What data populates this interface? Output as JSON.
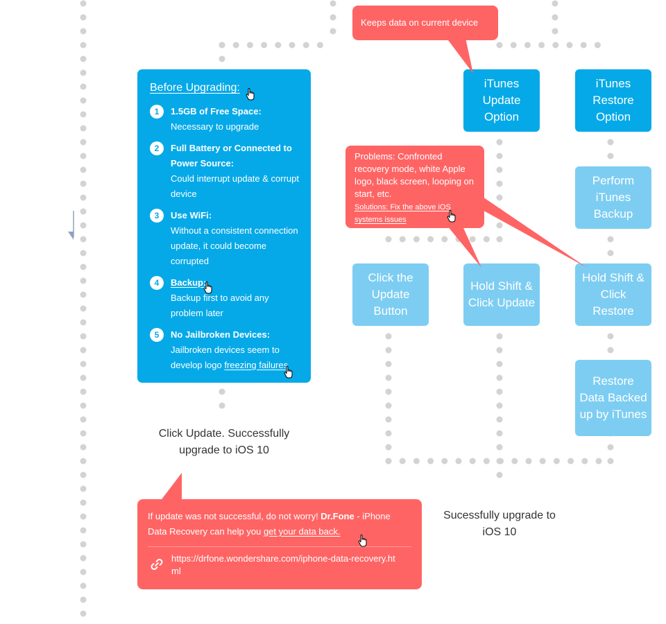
{
  "before_upgrading": {
    "title": "Before Upgrading:",
    "items": [
      {
        "number": "1",
        "title": "1.5GB of Free Space:",
        "desc": "Necessary to upgrade"
      },
      {
        "number": "2",
        "title": "Full Battery or Connected to Power Source:",
        "desc": "Could interrupt update & corrupt device"
      },
      {
        "number": "3",
        "title": "Use WiFi:",
        "desc": "Without a consistent connection update, it could become corrupted"
      },
      {
        "number": "4",
        "title": "Backup:",
        "desc": "Backup first to avoid any problem later"
      },
      {
        "number": "5",
        "title": "No Jailbroken Devices:",
        "desc_prefix": "Jailbroken devices seem to develop logo ",
        "desc_link": "freezing failures"
      }
    ]
  },
  "flow": {
    "itunes_update": "iTunes Update Option",
    "itunes_restore": "iTunes Restore Option",
    "perform_backup": "Perform iTunes Backup",
    "click_update": "Click the Update Button",
    "shift_update": "Hold Shift & Click Update",
    "shift_restore": "Hold Shift & Click Restore",
    "restore_data": "Restore Data Backed up by iTunes"
  },
  "callouts": {
    "keeps_data": "Keeps data on current device",
    "problems_text": "Problems: Confronted recovery mode, white Apple logo, black screen, looping on start, etc.",
    "solutions_link": "Solutions: Fix the above iOS systems issues",
    "not_successful_prefix": "If update was not successful, do not worry! ",
    "brand": "Dr.Fone",
    "not_successful_mid": " - iPhone Data Recovery can help you ",
    "get_data_link": "get your data back.",
    "url": "https://drfone.wondershare.com/iphone-data-recovery.html"
  },
  "results": {
    "left": "Click Update. Successfully upgrade to iOS 10",
    "right": "Sucessfully upgrade to iOS 10"
  },
  "colors": {
    "primary_blue": "#05a9e8",
    "light_blue": "#7dcdf2",
    "callout_red": "#ff6464",
    "dot_gray": "#d3d3d3"
  }
}
